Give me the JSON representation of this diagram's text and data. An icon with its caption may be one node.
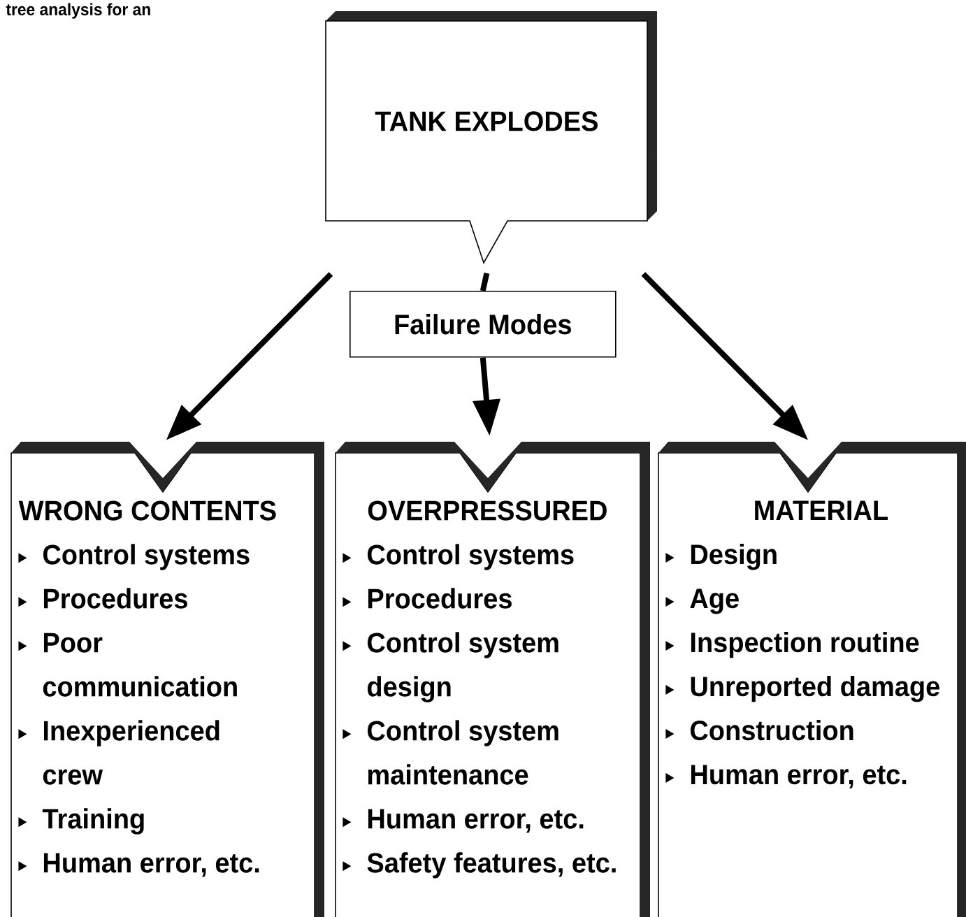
{
  "diagram": {
    "nodes": [
      {
        "text": [
          "TANK EXPLODES"
        ]
      },
      {
        "text": [
          "Failure Modes"
        ]
      },
      {
        "text": [
          "WRONG CONTENTS",
          "Control systems",
          "Procedures",
          "Poor communication",
          "Inexperienced crew",
          "Training",
          "Human error, etc."
        ]
      },
      {
        "text": [
          "OVERPRESSURED",
          "Control systems",
          "Procedures",
          "Control system design",
          "Control system maintenance",
          "Human error, etc.",
          "Safety features, etc."
        ]
      },
      {
        "text": [
          "MATERIAL",
          "Design",
          "Age",
          "Inspection routine",
          "Unreported damage",
          "Construction",
          "Human error, etc."
        ]
      }
    ],
    "edges": [
      {
        "from": 0,
        "to": 1,
        "arrow": "none"
      },
      {
        "from": null,
        "to": 2,
        "arrow": "to"
      },
      {
        "from": 1,
        "to": 3,
        "arrow": "to"
      },
      {
        "from": null,
        "to": 4,
        "arrow": "to"
      }
    ],
    "labels": [
      "tree analysis for an"
    ]
  }
}
